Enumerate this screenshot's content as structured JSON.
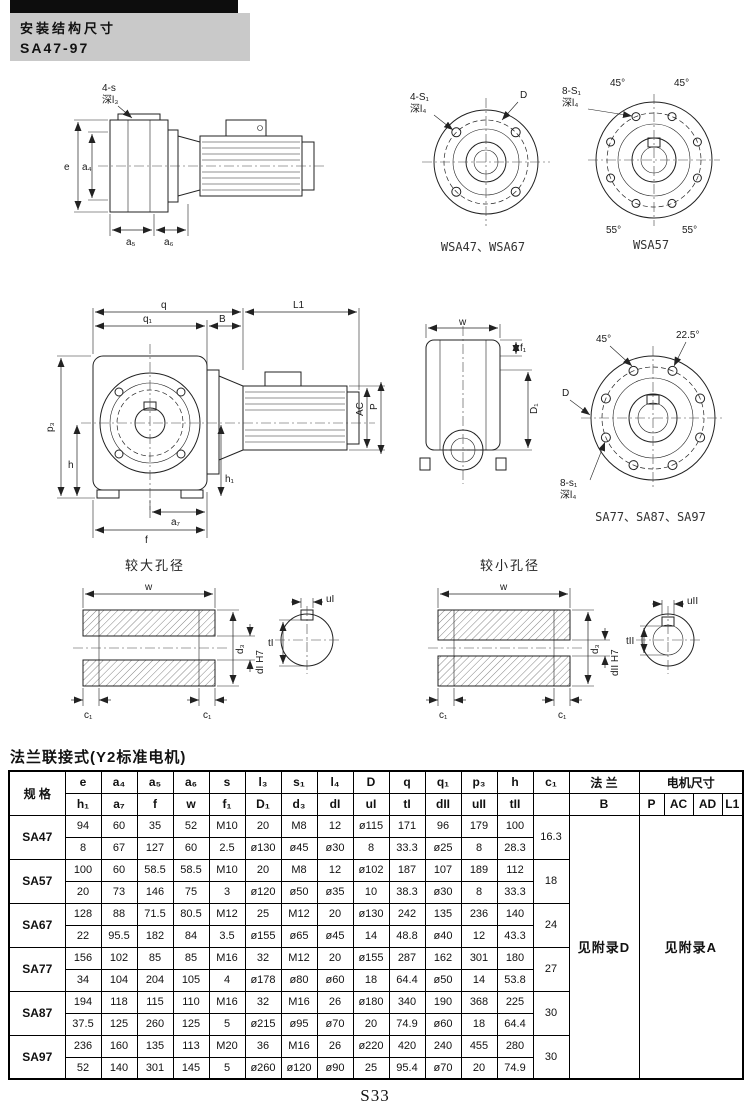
{
  "page": {
    "title_block": {
      "line1": "安装结构尺寸",
      "line2": "SA47-97"
    },
    "section_title": "法兰联接式(Y2标准电机)",
    "page_number": "S33"
  },
  "drawings": {
    "top_side_view": {
      "label_bolt": "4-s",
      "label_depth": "深l₃",
      "dim_e": "e",
      "dim_a4": "a₄",
      "dim_a5": "a₅",
      "dim_a6": "a₆"
    },
    "flange_wsa47": {
      "caption": "WSA47、WSA67",
      "label_bolt": "4-S₁",
      "label_depth": "深l₄",
      "dim_D": "D"
    },
    "flange_wsa57": {
      "caption": "WSA57",
      "label_bolt": "8-S₁",
      "label_depth": "深l₄",
      "angle_45a": "45°",
      "angle_45b": "45°",
      "angle_55a": "55°",
      "angle_55b": "55°"
    },
    "main_side_view": {
      "dim_q": "q",
      "dim_q1": "q₁",
      "dim_B": "B",
      "dim_L1": "L1",
      "dim_p3": "p₃",
      "dim_h": "h",
      "dim_h1": "h₁",
      "dim_a7": "a₇",
      "dim_f": "f",
      "dim_AC": "AC",
      "dim_P": "P"
    },
    "rear_view": {
      "dim_w": "w",
      "dim_f1": "f₁",
      "dim_D1": "D₁"
    },
    "flange_sa77": {
      "caption": "SA77、SA87、SA97",
      "label_bolt": "8-s₁",
      "label_depth": "深l₄",
      "angle_225": "22.5°",
      "angle_45": "45°",
      "dim_D": "D"
    },
    "bore_large": {
      "caption": "较大孔径",
      "dim_w": "w",
      "dim_c1a": "c₁",
      "dim_c1b": "c₁",
      "dim_d3": "d₃",
      "dim_bore": "dI H7",
      "dim_u": "uI",
      "dim_t": "tI"
    },
    "bore_small": {
      "caption": "较小孔径",
      "dim_w": "w",
      "dim_c1a": "c₁",
      "dim_c1b": "c₁",
      "dim_d3": "d₃",
      "dim_bore": "dII H7",
      "dim_u": "uII",
      "dim_t": "tII"
    }
  },
  "table": {
    "headers": {
      "spec": "规  格",
      "row1": [
        "e",
        "a₄",
        "a₅",
        "a₆",
        "s",
        "l₃",
        "s₁",
        "l₄",
        "D",
        "q",
        "q₁",
        "p₃",
        "h",
        "c₁"
      ],
      "row2": [
        "h₁",
        "a₇",
        "f",
        "w",
        "f₁",
        "D₁",
        "d₃",
        "dI",
        "uI",
        "tI",
        "dII",
        "uII",
        "tII"
      ],
      "flange": "法 兰",
      "flange_sub": "B",
      "motor": "电机尺寸",
      "motor_subs": [
        "P",
        "AC",
        "AD",
        "L1"
      ]
    },
    "flange_note": "见附录D",
    "motor_note": "见附录A",
    "models": [
      {
        "name": "SA47",
        "c1": "16.3",
        "row1": [
          "94",
          "60",
          "35",
          "52",
          "M10",
          "20",
          "M8",
          "12",
          "ø115",
          "171",
          "96",
          "179",
          "100"
        ],
        "row2": [
          "8",
          "67",
          "127",
          "60",
          "2.5",
          "ø130",
          "ø45",
          "ø30",
          "8",
          "33.3",
          "ø25",
          "8",
          "28.3"
        ]
      },
      {
        "name": "SA57",
        "c1": "18",
        "row1": [
          "100",
          "60",
          "58.5",
          "58.5",
          "M10",
          "20",
          "M8",
          "12",
          "ø102",
          "187",
          "107",
          "189",
          "112"
        ],
        "row2": [
          "20",
          "73",
          "146",
          "75",
          "3",
          "ø120",
          "ø50",
          "ø35",
          "10",
          "38.3",
          "ø30",
          "8",
          "33.3"
        ]
      },
      {
        "name": "SA67",
        "c1": "24",
        "row1": [
          "128",
          "88",
          "71.5",
          "80.5",
          "M12",
          "25",
          "M12",
          "20",
          "ø130",
          "242",
          "135",
          "236",
          "140"
        ],
        "row2": [
          "22",
          "95.5",
          "182",
          "84",
          "3.5",
          "ø155",
          "ø65",
          "ø45",
          "14",
          "48.8",
          "ø40",
          "12",
          "43.3"
        ]
      },
      {
        "name": "SA77",
        "c1": "27",
        "row1": [
          "156",
          "102",
          "85",
          "85",
          "M16",
          "32",
          "M12",
          "20",
          "ø155",
          "287",
          "162",
          "301",
          "180"
        ],
        "row2": [
          "34",
          "104",
          "204",
          "105",
          "4",
          "ø178",
          "ø80",
          "ø60",
          "18",
          "64.4",
          "ø50",
          "14",
          "53.8"
        ]
      },
      {
        "name": "SA87",
        "c1": "30",
        "row1": [
          "194",
          "118",
          "115",
          "110",
          "M16",
          "32",
          "M16",
          "26",
          "ø180",
          "340",
          "190",
          "368",
          "225"
        ],
        "row2": [
          "37.5",
          "125",
          "260",
          "125",
          "5",
          "ø215",
          "ø95",
          "ø70",
          "20",
          "74.9",
          "ø60",
          "18",
          "64.4"
        ]
      },
      {
        "name": "SA97",
        "c1": "30",
        "row1": [
          "236",
          "160",
          "135",
          "113",
          "M20",
          "36",
          "M16",
          "26",
          "ø220",
          "420",
          "240",
          "455",
          "280"
        ],
        "row2": [
          "52",
          "140",
          "301",
          "145",
          "5",
          "ø260",
          "ø120",
          "ø90",
          "25",
          "95.4",
          "ø70",
          "20",
          "74.9"
        ]
      }
    ]
  }
}
